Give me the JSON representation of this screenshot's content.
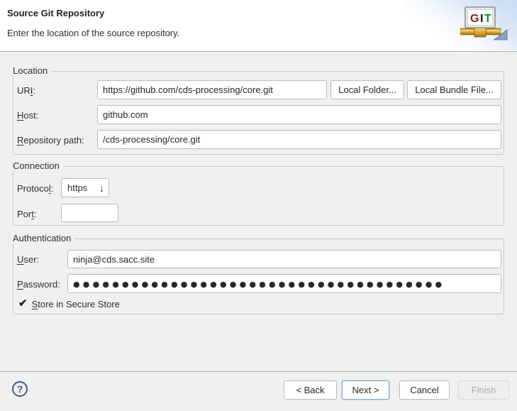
{
  "colors": {
    "accent": "#7aabdc",
    "help_icon": "#47588c",
    "git_red": "#8b1a1a",
    "git_dark": "#14141c",
    "git_green": "#188a18",
    "pipe_gold": "#d9a521"
  },
  "header": {
    "title": "Source Git Repository",
    "subtitle": "Enter the location of the source repository.",
    "icon_letters": {
      "g": "G",
      "i": "I",
      "t": "T"
    }
  },
  "location": {
    "label": "Location",
    "uri_label": {
      "pre": "UR",
      "mn": "I",
      "post": ":"
    },
    "uri_value": "https://github.com/cds-processing/core.git",
    "local_folder_button": "Local Folder...",
    "local_bundle_button": "Local Bundle File...",
    "host_label": {
      "pre": "",
      "mn": "H",
      "post": "ost:"
    },
    "host_value": "github.com",
    "repo_label": {
      "pre": "",
      "mn": "R",
      "post": "epository path:"
    },
    "repo_value": "/cds-processing/core.git"
  },
  "connection": {
    "label": "Connection",
    "protocol_label": {
      "pre": "Protoco",
      "mn": "l",
      "post": ":"
    },
    "protocol_value": "https",
    "dropdown_arrow": "↓",
    "port_label": {
      "pre": "Por",
      "mn": "t",
      "post": ":"
    },
    "port_value": ""
  },
  "authentication": {
    "label": "Authentication",
    "user_label": {
      "pre": "",
      "mn": "U",
      "post": "ser:"
    },
    "user_value": "ninja@cds.sacc.site",
    "password_label": {
      "pre": "",
      "mn": "P",
      "post": "assword:"
    },
    "password_value": "●●●●●●●●●●●●●●●●●●●●●●●●●●●●●●●●●●●●●●",
    "store_checked": true,
    "check_glyph": "✔",
    "store_label": {
      "pre": "",
      "mn": "S",
      "post": "tore in Secure Store"
    }
  },
  "footer": {
    "help": "?",
    "back_button": "< Back",
    "next_button": "Next >",
    "cancel_button": "Cancel",
    "finish_button": "Finish"
  }
}
